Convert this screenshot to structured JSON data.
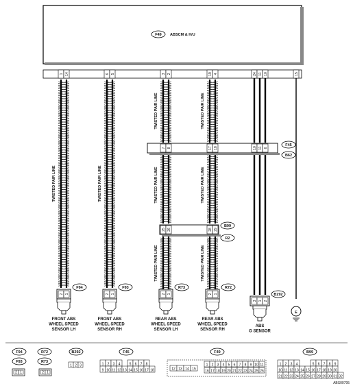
{
  "module": {
    "connector": "F49",
    "name": "ABSCM & H/U"
  },
  "twisted_label": "TWISTED PAIR LINE",
  "wheel_groups": [
    {
      "pins": [
        "1",
        "14"
      ],
      "connector": "F94",
      "caption": [
        "FRONT ABS",
        "WHEEL SPEED",
        "SENSOR LH"
      ],
      "sensor_pins": [
        "2",
        "1"
      ]
    },
    {
      "pins": [
        "6",
        "5"
      ],
      "connector": "F93",
      "caption": [
        "FRONT ABS",
        "WHEEL SPEED",
        "SENSOR RH"
      ],
      "sensor_pins": [
        "2",
        "1"
      ]
    },
    {
      "pins": [
        "3",
        "2"
      ],
      "mid_pins": [
        "7",
        "8"
      ],
      "lower_pins": [
        "25",
        "26"
      ],
      "connector": "R73",
      "caption": [
        "REAR ABS",
        "WHEEL SPEED",
        "SENSOR LH"
      ],
      "sensor_pins": [
        "2",
        "1"
      ]
    },
    {
      "pins": [
        "19",
        "4"
      ],
      "mid_pins": [
        "17",
        "18"
      ],
      "lower_pins": [
        "28",
        "29"
      ],
      "connector": "R72",
      "caption": [
        "REAR ABS",
        "WHEEL SPEED",
        "SENSOR RH"
      ],
      "sensor_pins": [
        "2",
        "1"
      ]
    }
  ],
  "gsensor": {
    "pins": [
      "24",
      "11",
      "10"
    ],
    "mid_pins": [
      "10",
      "11",
      "6"
    ],
    "connector": "B292",
    "caption": [
      "ABS",
      "G SENSOR"
    ],
    "sensor_pins": [
      "3",
      "1",
      "2"
    ]
  },
  "ground": {
    "pin": "15",
    "label": "E"
  },
  "junctions": {
    "upper": [
      "F45",
      "B62"
    ],
    "lower": [
      "B99",
      "R2"
    ]
  },
  "legend": {
    "labels": [
      "F94",
      "F93",
      "R72",
      "R73",
      "B292",
      "F45",
      "F49",
      "B99"
    ],
    "b292_pins": [
      "1",
      "2",
      "3"
    ],
    "f45_rows": [
      [
        "1",
        "2",
        "3",
        "4",
        "",
        "5",
        "6",
        "7",
        "8"
      ],
      [
        "9",
        "10",
        "11",
        "12",
        "13",
        "14",
        "15",
        "16",
        "17",
        "18"
      ]
    ],
    "f49_rows": [
      [
        "12",
        "13",
        "14",
        "15",
        "",
        "1",
        "2",
        "3",
        "4",
        "5",
        "6",
        "7",
        "8",
        "9",
        "10",
        "11"
      ],
      [
        "",
        "",
        "",
        "",
        "",
        "16",
        "17",
        "18",
        "19",
        "20",
        "21",
        "22",
        "23",
        "24",
        "25",
        "26"
      ]
    ],
    "b99_rows": [
      [
        "1",
        "2",
        "3",
        "4",
        "",
        "",
        "5",
        "6",
        "7",
        "8",
        "9"
      ],
      [
        "10",
        "11",
        "12",
        "13",
        "14",
        "15",
        "16",
        "17",
        "18",
        "19",
        "20"
      ],
      [
        "21",
        "22",
        "23",
        "24",
        "25",
        "26",
        "27",
        "28",
        "29",
        "30",
        "31",
        "32"
      ]
    ],
    "sensor_pins": [
      "2",
      "1"
    ]
  },
  "doc_id": "ABS00795"
}
